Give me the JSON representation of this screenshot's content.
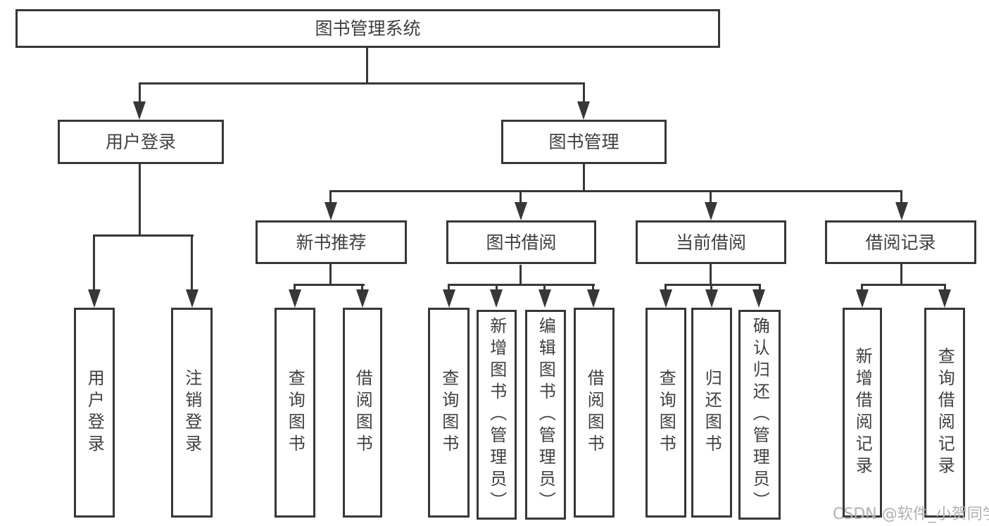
{
  "diagram_type": "hierarchy-tree",
  "colors": {
    "line": "#373737",
    "text": "#3f3f3f",
    "background": "#ffffff",
    "watermark": "#b0b0b0"
  },
  "tree": {
    "label": "图书管理系统",
    "children": [
      {
        "label": "用户登录",
        "children": [
          {
            "label": "用户登录"
          },
          {
            "label": "注销登录"
          }
        ]
      },
      {
        "label": "图书管理",
        "children": [
          {
            "label": "新书推荐",
            "children": [
              {
                "label": "查询图书"
              },
              {
                "label": "借阅图书"
              }
            ]
          },
          {
            "label": "图书借阅",
            "children": [
              {
                "label": "查询图书"
              },
              {
                "label": "新增图书（管理员）"
              },
              {
                "label": "编辑图书（管理员）"
              },
              {
                "label": "借阅图书"
              }
            ]
          },
          {
            "label": "当前借阅",
            "children": [
              {
                "label": "查询图书"
              },
              {
                "label": "归还图书"
              },
              {
                "label": "确认归还（管理员）"
              }
            ]
          },
          {
            "label": "借阅记录",
            "children": [
              {
                "label": "新增借阅记录"
              },
              {
                "label": "查询借阅记录"
              }
            ]
          }
        ]
      }
    ]
  },
  "watermark": "CSDN @软件_小贺同学"
}
